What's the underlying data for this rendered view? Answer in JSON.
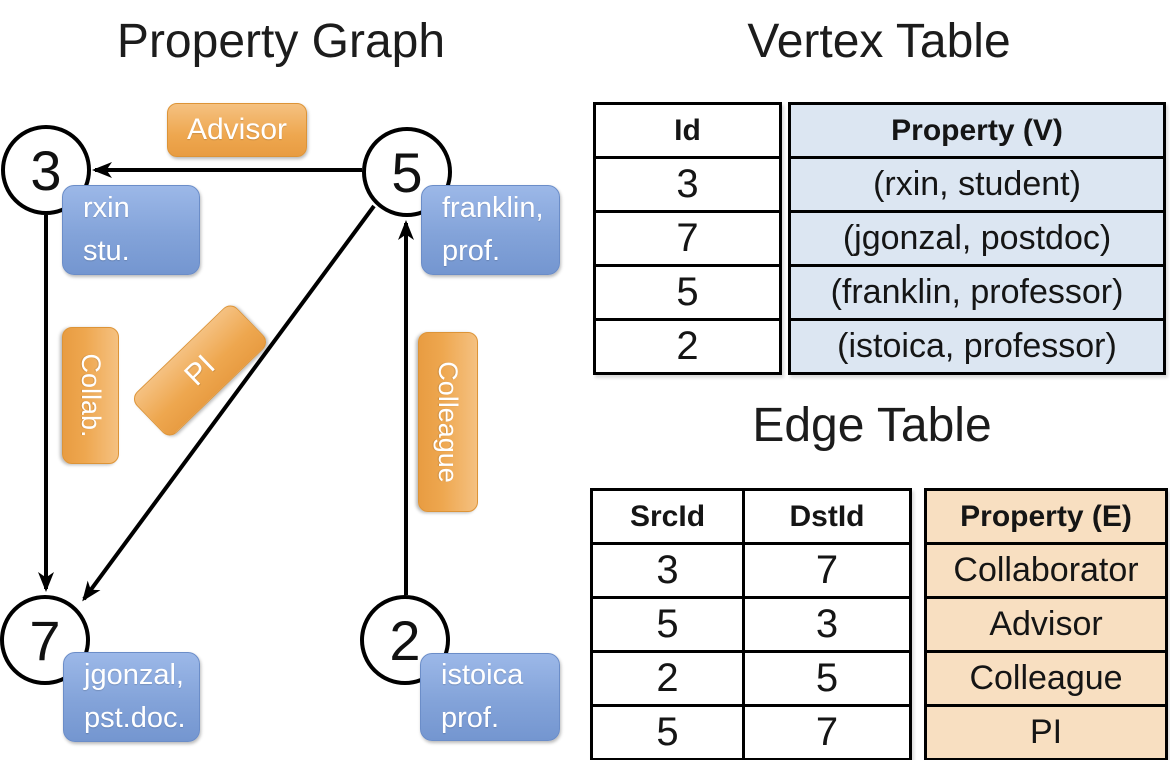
{
  "colors": {
    "edge_label_orange": "#eea74f",
    "node_property_blue": "#7e9ed6",
    "vertex_cell_fill": "#dce6f2",
    "edge_cell_fill": "#f8dfc1",
    "line_color": "#000000"
  },
  "graph": {
    "title": "Property Graph",
    "nodes": {
      "n3": {
        "id": "3",
        "prop1": "rxin",
        "prop2": "stu."
      },
      "n5": {
        "id": "5",
        "prop1": "franklin,",
        "prop2": "prof."
      },
      "n7": {
        "id": "7",
        "prop1": "jgonzal,",
        "prop2": "pst.doc."
      },
      "n2": {
        "id": "2",
        "prop1": "istoica",
        "prop2": "prof."
      }
    },
    "edge_labels": {
      "advisor": "Advisor",
      "collab": "Collab.",
      "pi": "PI",
      "colleague": "Colleague"
    }
  },
  "vertex_table": {
    "title": "Vertex Table",
    "headers": {
      "id": "Id",
      "property": "Property (V)"
    },
    "rows": [
      {
        "id": "3",
        "property": "(rxin, student)"
      },
      {
        "id": "7",
        "property": "(jgonzal, postdoc)"
      },
      {
        "id": "5",
        "property": "(franklin, professor)"
      },
      {
        "id": "2",
        "property": "(istoica, professor)"
      }
    ]
  },
  "edge_table": {
    "title": "Edge Table",
    "headers": {
      "src": "SrcId",
      "dst": "DstId",
      "property": "Property (E)"
    },
    "rows": [
      {
        "src": "3",
        "dst": "7",
        "property": "Collaborator"
      },
      {
        "src": "5",
        "dst": "3",
        "property": "Advisor"
      },
      {
        "src": "2",
        "dst": "5",
        "property": "Colleague"
      },
      {
        "src": "5",
        "dst": "7",
        "property": "PI"
      }
    ]
  }
}
